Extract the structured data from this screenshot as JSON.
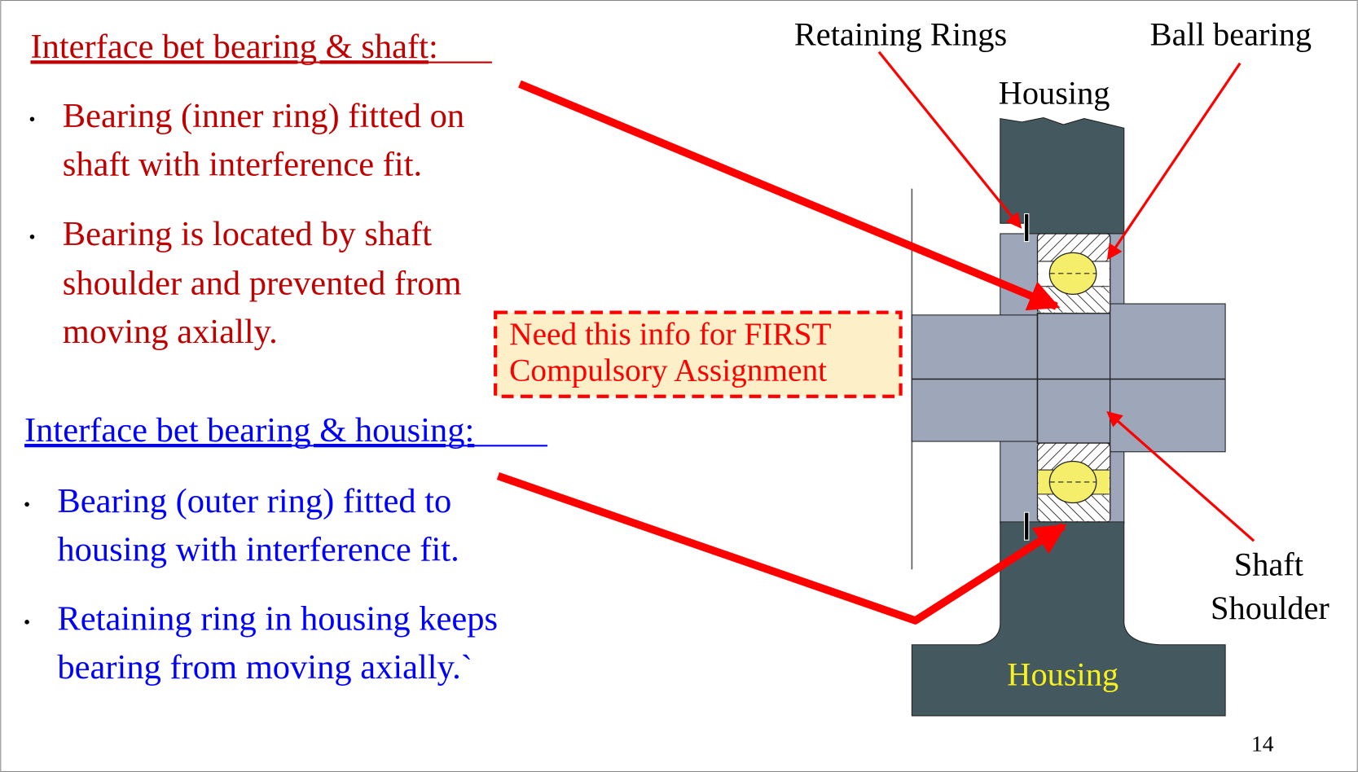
{
  "shaft_section": {
    "heading": "Interface bet bearing & shaft",
    "heading_colon": ":",
    "bullets": [
      [
        "Bearing (inner ring) fitted on",
        "shaft with interference fit."
      ],
      [
        "Bearing is located by shaft",
        "shoulder and prevented from",
        "moving axially."
      ]
    ]
  },
  "callout": {
    "lines": [
      "Need this info for FIRST",
      "Compulsory Assignment"
    ]
  },
  "housing_section": {
    "heading": "Interface bet bearing & housing:",
    "bullets": [
      [
        "Bearing (outer ring) fitted to",
        "housing with interference fit."
      ],
      [
        "Retaining ring in housing keeps",
        "bearing from moving axially.`"
      ]
    ]
  },
  "diagram": {
    "labels": {
      "retaining_rings": "Retaining Rings",
      "ball_bearing": "Ball bearing",
      "housing_top": "Housing",
      "shaft": "Shaft",
      "shoulder": "Shoulder",
      "housing_bottom": "Housing"
    }
  },
  "bullet_char": "•",
  "page_number": "14",
  "colors": {
    "red_text": "#c00000",
    "bright_red": "#ff0000",
    "blue": "#0000ff",
    "housing": "#44585f",
    "shaft": "#9ea6ba",
    "ball": "#f4ee6a",
    "callout_bg": "#fdefc8"
  }
}
